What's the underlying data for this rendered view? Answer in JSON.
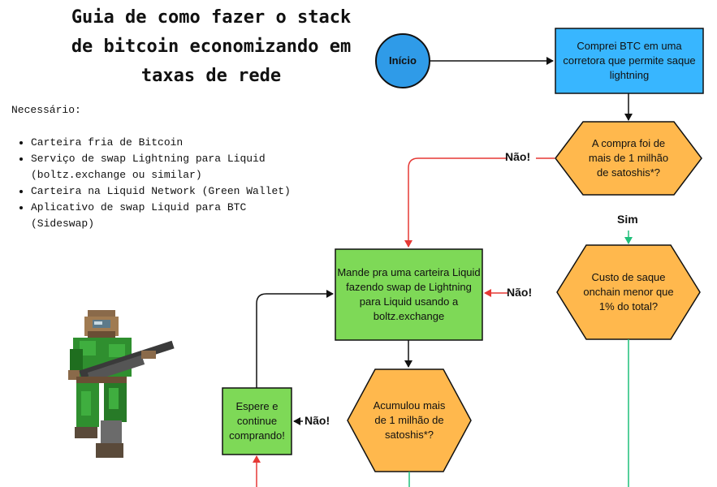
{
  "title": {
    "line1": "Guia de como fazer o stack",
    "line2": "de bitcoin economizando em",
    "line3": "taxas de rede"
  },
  "requirements": {
    "heading": "Necessário:",
    "items": [
      "Carteira fria de Bitcoin",
      "Serviço de swap Lightning para Liquid (boltz.exchange ou similar)",
      "Carteira na Liquid Network (Green Wallet)",
      "Aplicativo de swap Liquid para BTC (Sideswap)"
    ]
  },
  "nodes": {
    "start": "Início",
    "buy": "Comprei BTC em uma corretora que permite saque lightning",
    "q_million": "A compra foi de mais de 1 milhão de satoshis*?",
    "q_fee": "Custo de saque onchain menor que 1% do total?",
    "liquid": "Mande pra uma carteira Liquid fazendo swap de Lightning para Liquid usando a boltz.exchange",
    "q_accum": "Acumulou mais de 1 milhão de satoshis*?",
    "wait": "Espere e continue comprando!"
  },
  "edges": {
    "no1": "Não!",
    "yes1": "Sim",
    "no2": "Não!",
    "no3": "Não!"
  },
  "colors": {
    "start": "#2f9be8",
    "buy": "#38b6ff",
    "decision": "#ffb84d",
    "action": "#7ed957",
    "no_line": "#e53935",
    "yes_line": "#1fbf7a"
  },
  "icons": {
    "character": "doom-marine-pixel-icon"
  }
}
